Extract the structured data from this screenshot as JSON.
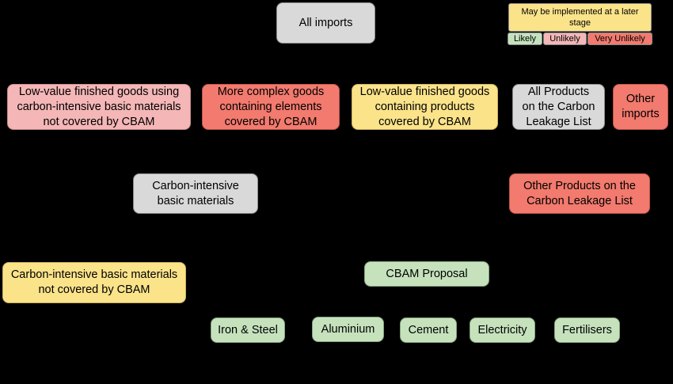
{
  "colors": {
    "gray": "#d9d9d9",
    "likely": "#c5e2bd",
    "unlikely": "#f4b6b6",
    "very_unlikely": "#f27a6e",
    "later_stage": "#fbe38a"
  },
  "legend": {
    "later_stage": "May be implemented at a later\nstage",
    "likely": "Likely",
    "unlikely": "Unlikely",
    "very_unlikely": "Very Unlikely"
  },
  "nodes": {
    "all_imports": "All imports",
    "low_value_not_covered": "Low-value finished goods using\ncarbon-intensive basic materials\nnot covered by CBAM",
    "complex_goods": "More complex goods\ncontaining elements\ncovered by CBAM",
    "low_value_covered": "Low-value finished goods\ncontaining products\ncovered by CBAM",
    "all_products_leakage": "All Products\non the Carbon\nLeakage List",
    "other_imports": "Other\nimports",
    "carbon_intensive": "Carbon-intensive\nbasic materials",
    "other_products_leakage": "Other Products on the\nCarbon Leakage List",
    "basic_not_covered": "Carbon-intensive basic materials\nnot covered by CBAM",
    "cbam_proposal": "CBAM Proposal",
    "iron_steel": "Iron & Steel",
    "aluminium": "Aluminium",
    "cement": "Cement",
    "electricity": "Electricity",
    "fertilisers": "Fertilisers"
  }
}
